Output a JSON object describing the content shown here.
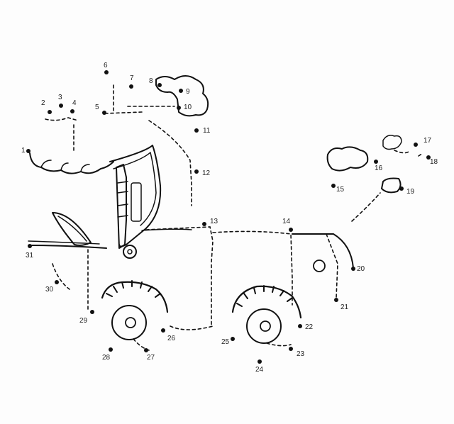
{
  "puzzle": {
    "points": [
      {
        "label": "1"
      },
      {
        "label": "2"
      },
      {
        "label": "3"
      },
      {
        "label": "4"
      },
      {
        "label": "5"
      },
      {
        "label": "6"
      },
      {
        "label": "7"
      },
      {
        "label": "8"
      },
      {
        "label": "9"
      },
      {
        "label": "10"
      },
      {
        "label": "11"
      },
      {
        "label": "12"
      },
      {
        "label": "13"
      },
      {
        "label": "14"
      },
      {
        "label": "15"
      },
      {
        "label": "16"
      },
      {
        "label": "17"
      },
      {
        "label": "18"
      },
      {
        "label": "19"
      },
      {
        "label": "20"
      },
      {
        "label": "21"
      },
      {
        "label": "22"
      },
      {
        "label": "23"
      },
      {
        "label": "24"
      },
      {
        "label": "25"
      },
      {
        "label": "26"
      },
      {
        "label": "27"
      },
      {
        "label": "28"
      },
      {
        "label": "29"
      },
      {
        "label": "30"
      },
      {
        "label": "31"
      }
    ]
  }
}
